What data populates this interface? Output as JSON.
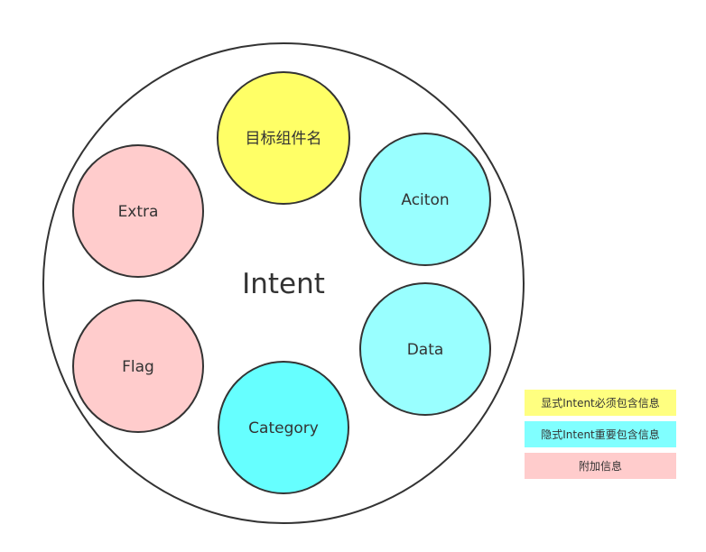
{
  "diagram": {
    "center": {
      "label": "Intent"
    },
    "nodes": [
      {
        "id": "component-name",
        "label": "目标组件名",
        "group": "explicit"
      },
      {
        "id": "action",
        "label": "Aciton",
        "group": "implicit"
      },
      {
        "id": "data",
        "label": "Data",
        "group": "implicit"
      },
      {
        "id": "category",
        "label": "Category",
        "group": "implicit"
      },
      {
        "id": "extra",
        "label": "Extra",
        "group": "additional"
      },
      {
        "id": "flag",
        "label": "Flag",
        "group": "additional"
      }
    ],
    "legend": [
      {
        "group": "explicit",
        "label": "显式Intent必须包含信息",
        "color": "#ffff80"
      },
      {
        "group": "implicit",
        "label": "隐式Intent重要包含信息",
        "color": "#80ffff"
      },
      {
        "group": "additional",
        "label": "附加信息",
        "color": "#ffcccc"
      }
    ],
    "colors": {
      "explicit_node": "#ffff66",
      "implicit_node_light": "#99ffff",
      "implicit_node_strong": "#66ffff",
      "additional_node": "#ffcccc",
      "outline": "#333333"
    }
  }
}
